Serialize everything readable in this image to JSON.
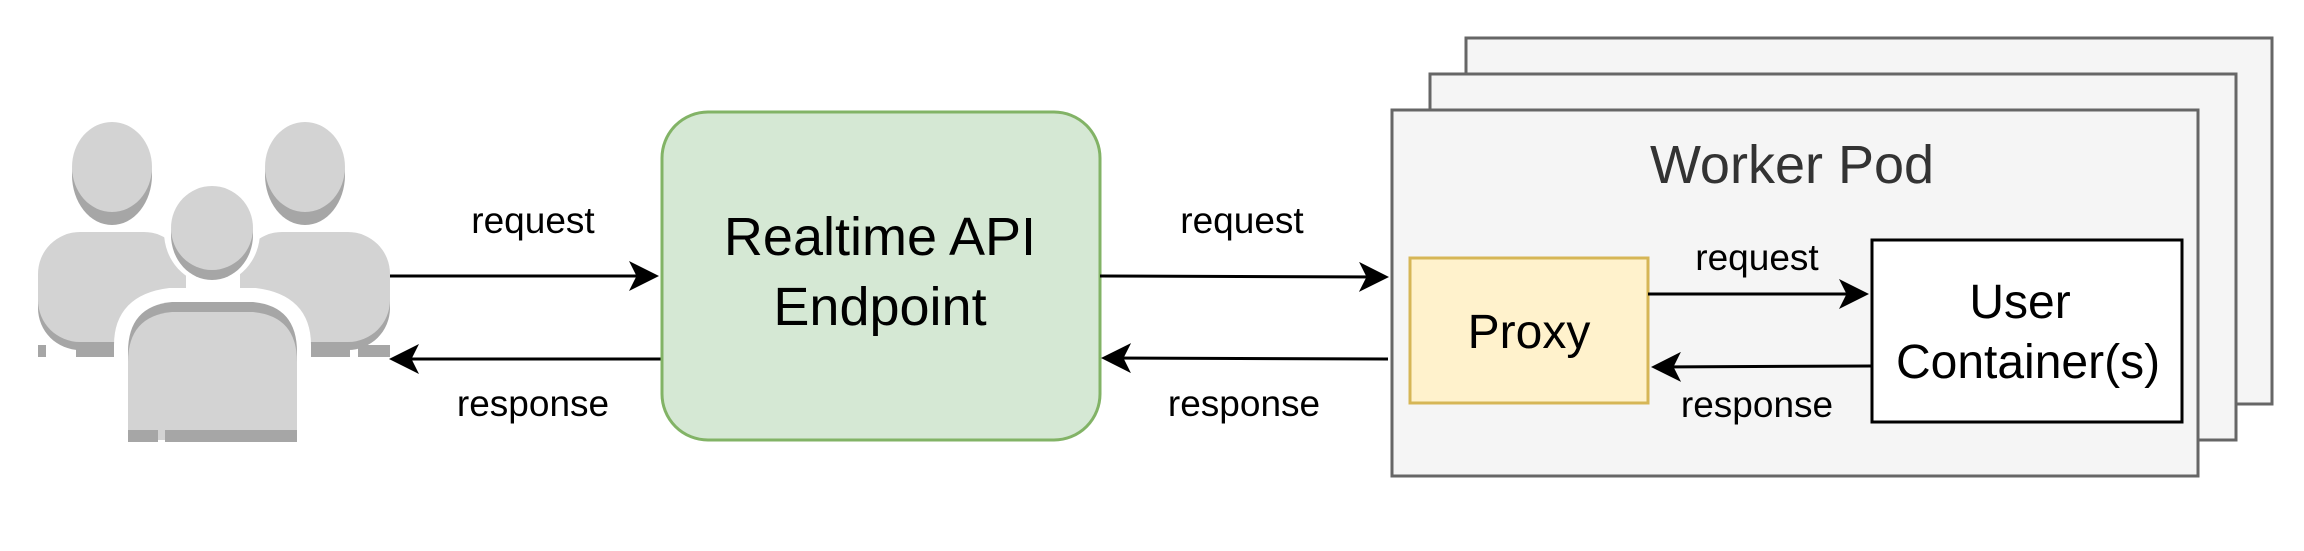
{
  "users_icon": {
    "icon": "users-group-icon"
  },
  "client_to_endpoint": {
    "request": "request",
    "response": "response"
  },
  "endpoint": {
    "line1": "Realtime API",
    "line2": "Endpoint",
    "fill": "#d5e8d4",
    "stroke": "#82b366"
  },
  "endpoint_to_pod": {
    "request": "request",
    "response": "response"
  },
  "worker_pod": {
    "title": "Worker Pod",
    "fill": "#f5f5f5",
    "stroke": "#666666"
  },
  "proxy": {
    "label": "Proxy",
    "fill": "#fff2cc",
    "stroke": "#d6b656"
  },
  "proxy_to_container": {
    "request": "request",
    "response": "response"
  },
  "user_container": {
    "line1": "User",
    "line2": "Container(s)",
    "fill": "#ffffff",
    "stroke": "#000000"
  }
}
